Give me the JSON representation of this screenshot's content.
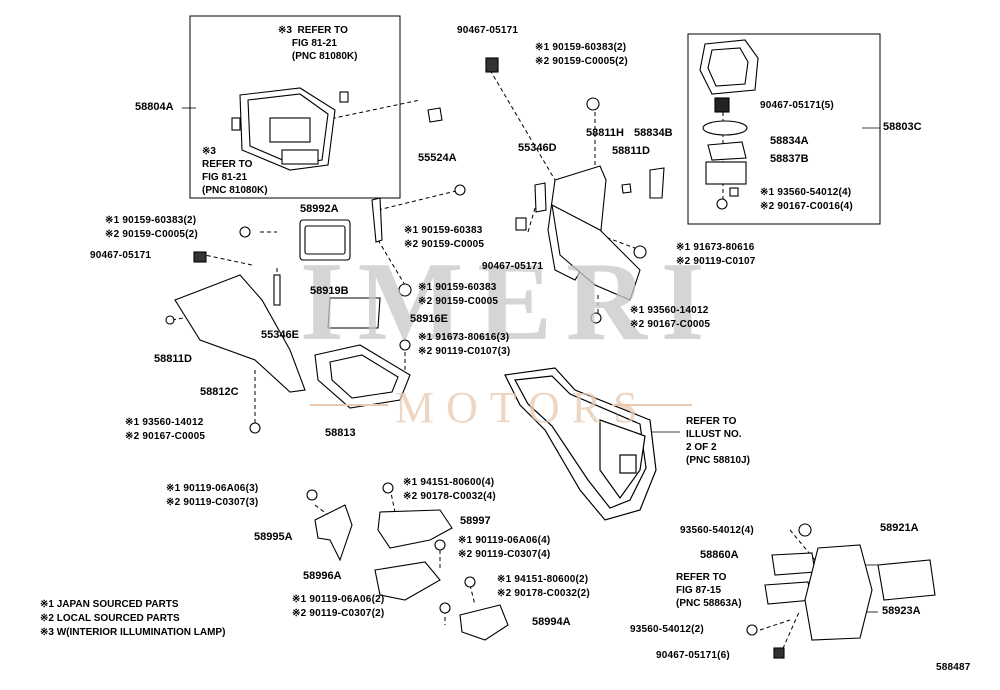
{
  "diagram_id": "588487",
  "watermark": {
    "main": "IMERI",
    "sub": "MOTORS"
  },
  "callouts": {
    "p58804A": "58804A",
    "p55524A": "55524A",
    "p90467_top": "90467-05171",
    "c_top_j": "※1 90159-60383(2)",
    "c_top_l": "※2 90159-C0005(2)",
    "p58811H": "58811H",
    "p58834B": "58834B",
    "p55346D": "55346D",
    "p58811D_r": "58811D",
    "p58803C": "58803C",
    "box_90467": "90467-05171(5)",
    "box_58834A": "58834A",
    "box_58837B": "58837B",
    "box_c_j": "※1 93560-54012(4)",
    "box_c_l": "※2 90167-C0016(4)",
    "p58992A": "58992A",
    "c_l1_j": "※1 90159-60383(2)",
    "c_l1_l": "※2 90159-C0005(2)",
    "p90467_left": "90467-05171",
    "c_mid_j": "※1 90159-60383",
    "c_mid_l": "※2 90159-C0005",
    "p90467_mid": "90467-05171",
    "c_r1_j": "※1 91673-80616",
    "c_r1_l": "※2 90119-C0107",
    "p58919B": "58919B",
    "c_mid2_j": "※1 90159-60383",
    "c_mid2_l": "※2 90159-C0005",
    "c_r2_j": "※1 93560-14012",
    "c_r2_l": "※2 90167-C0005",
    "p58916E": "58916E",
    "p55346E": "55346E",
    "c_mid3_j": "※1 91673-80616(3)",
    "c_mid3_l": "※2 90119-C0107(3)",
    "p58811D_l": "58811D",
    "p58812C": "58812C",
    "c_l2_j": "※1 93560-14012",
    "c_l2_l": "※2 90167-C0005",
    "p58813": "58813",
    "c_b1_j": "※1 90119-06A06(3)",
    "c_b1_l": "※2 90119-C0307(3)",
    "c_b2_j": "※1 94151-80600(4)",
    "c_b2_l": "※2 90178-C0032(4)",
    "p58997": "58997",
    "p58995A": "58995A",
    "c_b3_j": "※1 90119-06A06(4)",
    "c_b3_l": "※2 90119-C0307(4)",
    "p58996A": "58996A",
    "c_b4_j": "※1 94151-80600(2)",
    "c_b4_l": "※2 90178-C0032(2)",
    "c_b5_j": "※1 90119-06A06(2)",
    "c_b5_l": "※2 90119-C0307(2)",
    "p58994A": "58994A",
    "p93560_4": "93560-54012(4)",
    "p58921A": "58921A",
    "p58860A": "58860A",
    "p58923A": "58923A",
    "p93560_2": "93560-54012(2)",
    "p90467_6": "90467-05171(6)"
  },
  "ref_notes": {
    "top_box": "※3  REFER TO\n     FIG 81-21\n     (PNC 81080K)",
    "left_box": "※3\nREFER TO\nFIG 81-21\n(PNC 81080K)",
    "illust": "REFER TO\nILLUST NO.\n2 OF 2\n(PNC 58810J)",
    "fig87": "REFER TO\nFIG 87-15\n(PNC 58863A)"
  },
  "legend": {
    "l1": "※1 JAPAN SOURCED PARTS",
    "l2": "※2 LOCAL SOURCED PARTS",
    "l3": "※3 W(INTERIOR ILLUMINATION LAMP)"
  }
}
